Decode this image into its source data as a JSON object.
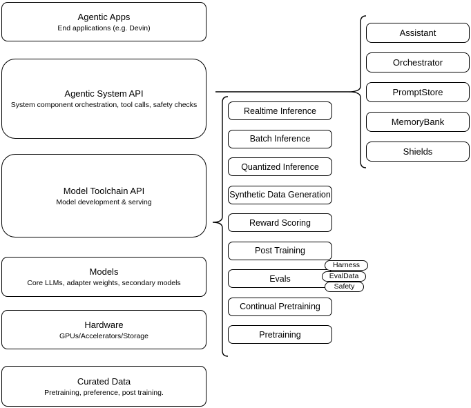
{
  "diagram": {
    "layers": [
      {
        "title": "Agentic Apps",
        "subtitle": "End applications (e.g. Devin)"
      },
      {
        "title": "Agentic System API",
        "subtitle": "System component orchestration, tool calls, safety checks"
      },
      {
        "title": "Model Toolchain API",
        "subtitle": "Model development & serving"
      },
      {
        "title": "Models",
        "subtitle": "Core LLMs, adapter weights, secondary models"
      },
      {
        "title": "Hardware",
        "subtitle": "GPUs/Accelerators/Storage"
      },
      {
        "title": "Curated Data",
        "subtitle": "Pretraining, preference, post training."
      }
    ],
    "toolchain_services": [
      "Realtime Inference",
      "Batch Inference",
      "Quantized Inference",
      "Synthetic Data Generation",
      "Reward Scoring",
      "Post Training",
      "Evals",
      "Continual Pretraining",
      "Pretraining"
    ],
    "evals_tags": [
      "Harness",
      "EvalData",
      "Safety"
    ],
    "system_components": [
      "Assistant",
      "Orchestrator",
      "PromptStore",
      "MemoryBank",
      "Shields"
    ]
  },
  "colors": {
    "stroke": "#000000",
    "fill": "#ffffff",
    "text": "#000000"
  }
}
